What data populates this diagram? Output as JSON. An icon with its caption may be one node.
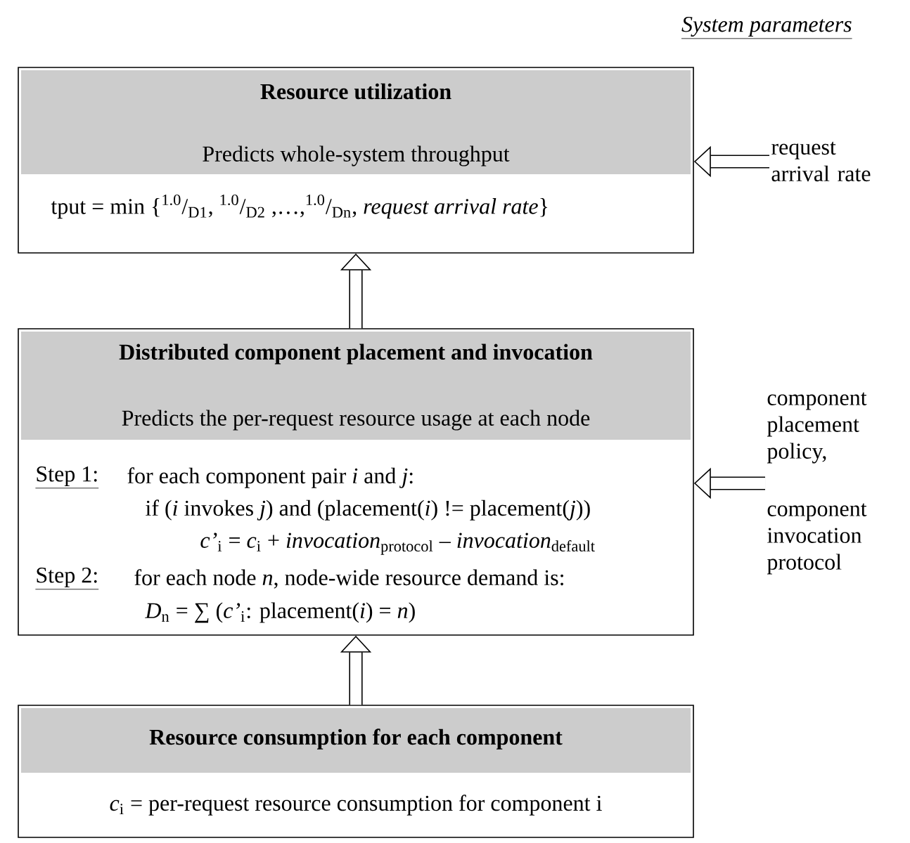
{
  "diagram": {
    "nodes": [
      {
        "text": [
          "Resource utilization",
          "Predicts whole-system throughput",
          "tput = min {$^{1.0}$/$_{D1}$, $^{1.0}$/$_{D2}$ ,…,$^{1.0}$/$_{Dn}$, *request arrival rate*}"
        ]
      },
      {
        "text": [
          "Distributed component placement and invocation",
          "Predicts the per-request resource usage at each node",
          "Step 1:",
          "for each component pair *i* and *j*:",
          "if (*i* invokes *j*) and (placement(*i*) != placement(*j*))",
          "*c’*$_{i}$ = *c*$_{i}$ + *invocation*$_{protocol}$ – *invocation*$_{default}$",
          "Step 2:",
          "for each node *n*, node-wide resource demand is:",
          "*D*$_{n}$ = ∑ (*c’*$_{i}$: placement(*i*) = *n*)"
        ]
      },
      {
        "text": [
          "Resource consumption for each component",
          "*c*$_{i}$ = per-request resource consumption for component i"
        ]
      },
      {
        "text": [
          "request arrival rate"
        ]
      },
      {
        "text": [
          "component placement policy,",
          "component invocation protocol"
        ]
      }
    ],
    "edges": [
      {
        "from": 1,
        "to": 0,
        "arrow": "to"
      },
      {
        "from": 2,
        "to": 1,
        "arrow": "to"
      },
      {
        "from": 3,
        "to": 0,
        "arrow": "to"
      },
      {
        "from": 4,
        "to": 1,
        "arrow": "to"
      }
    ],
    "labels": [
      "System parameters"
    ]
  }
}
